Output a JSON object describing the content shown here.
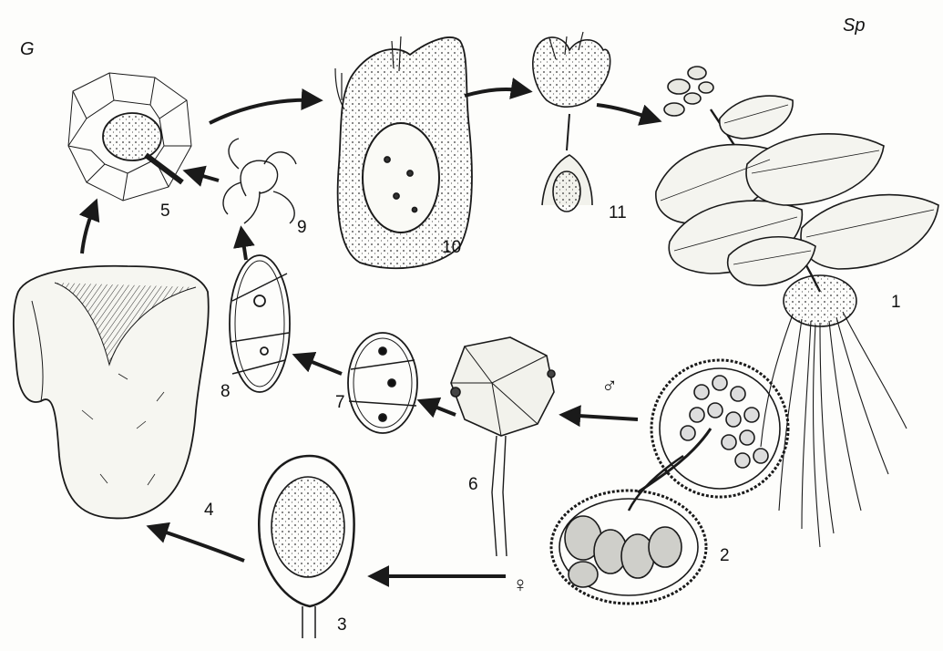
{
  "corner_labels": {
    "gametophyte": "G",
    "sporophyte": "Sp"
  },
  "stage_numbers": [
    "1",
    "2",
    "3",
    "4",
    "5",
    "6",
    "7",
    "8",
    "9",
    "10",
    "11"
  ],
  "sex_symbols": {
    "male": "♂",
    "female": "♀"
  },
  "colors": {
    "ink": "#1a1a1a",
    "paper": "#fdfdfb",
    "shade": "#cfcfca"
  }
}
